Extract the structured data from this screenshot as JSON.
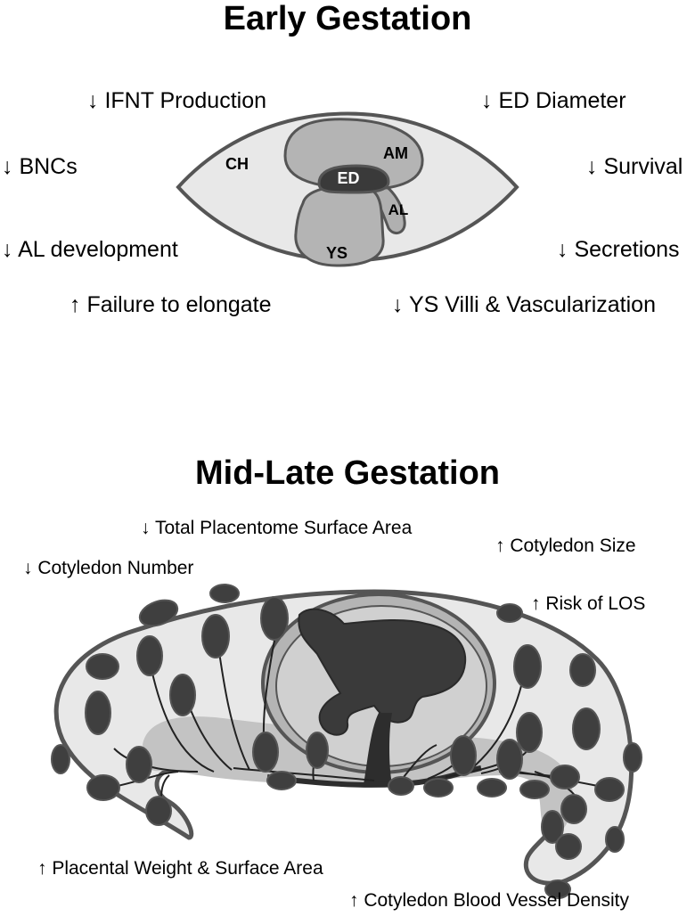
{
  "early": {
    "title": "Early Gestation",
    "labels": {
      "ifnt": "↓ IFNT Production",
      "ed_diameter": "↓ ED Diameter",
      "bncs": "↓ BNCs",
      "survival": "↓ Survival",
      "al_dev": "↓ AL development",
      "secretions": "↓ Secretions",
      "elongate": "↑ Failure to elongate",
      "ys_villi": "↓ YS Villi & Vascularization"
    },
    "diagram": {
      "ch": "CH",
      "am": "AM",
      "ed": "ED",
      "al": "AL",
      "ys": "YS"
    }
  },
  "late": {
    "title": "Mid-Late Gestation",
    "labels": {
      "total_surface": "↓ Total Placentome Surface Area",
      "cot_size": "↑ Cotyledon Size",
      "cot_number": "↓ Cotyledon Number",
      "risk_los": "↑ Risk of LOS",
      "placental_weight": "↑ Placental Weight & Surface Area",
      "vessel_density": "↑ Cotyledon Blood Vessel Density"
    }
  },
  "colors": {
    "outline": "#555555",
    "light_fill": "#e8e8e8",
    "mid_fill": "#b4b4b4",
    "dark_fill": "#3a3a3a",
    "band_fill": "#c3c3c3"
  }
}
